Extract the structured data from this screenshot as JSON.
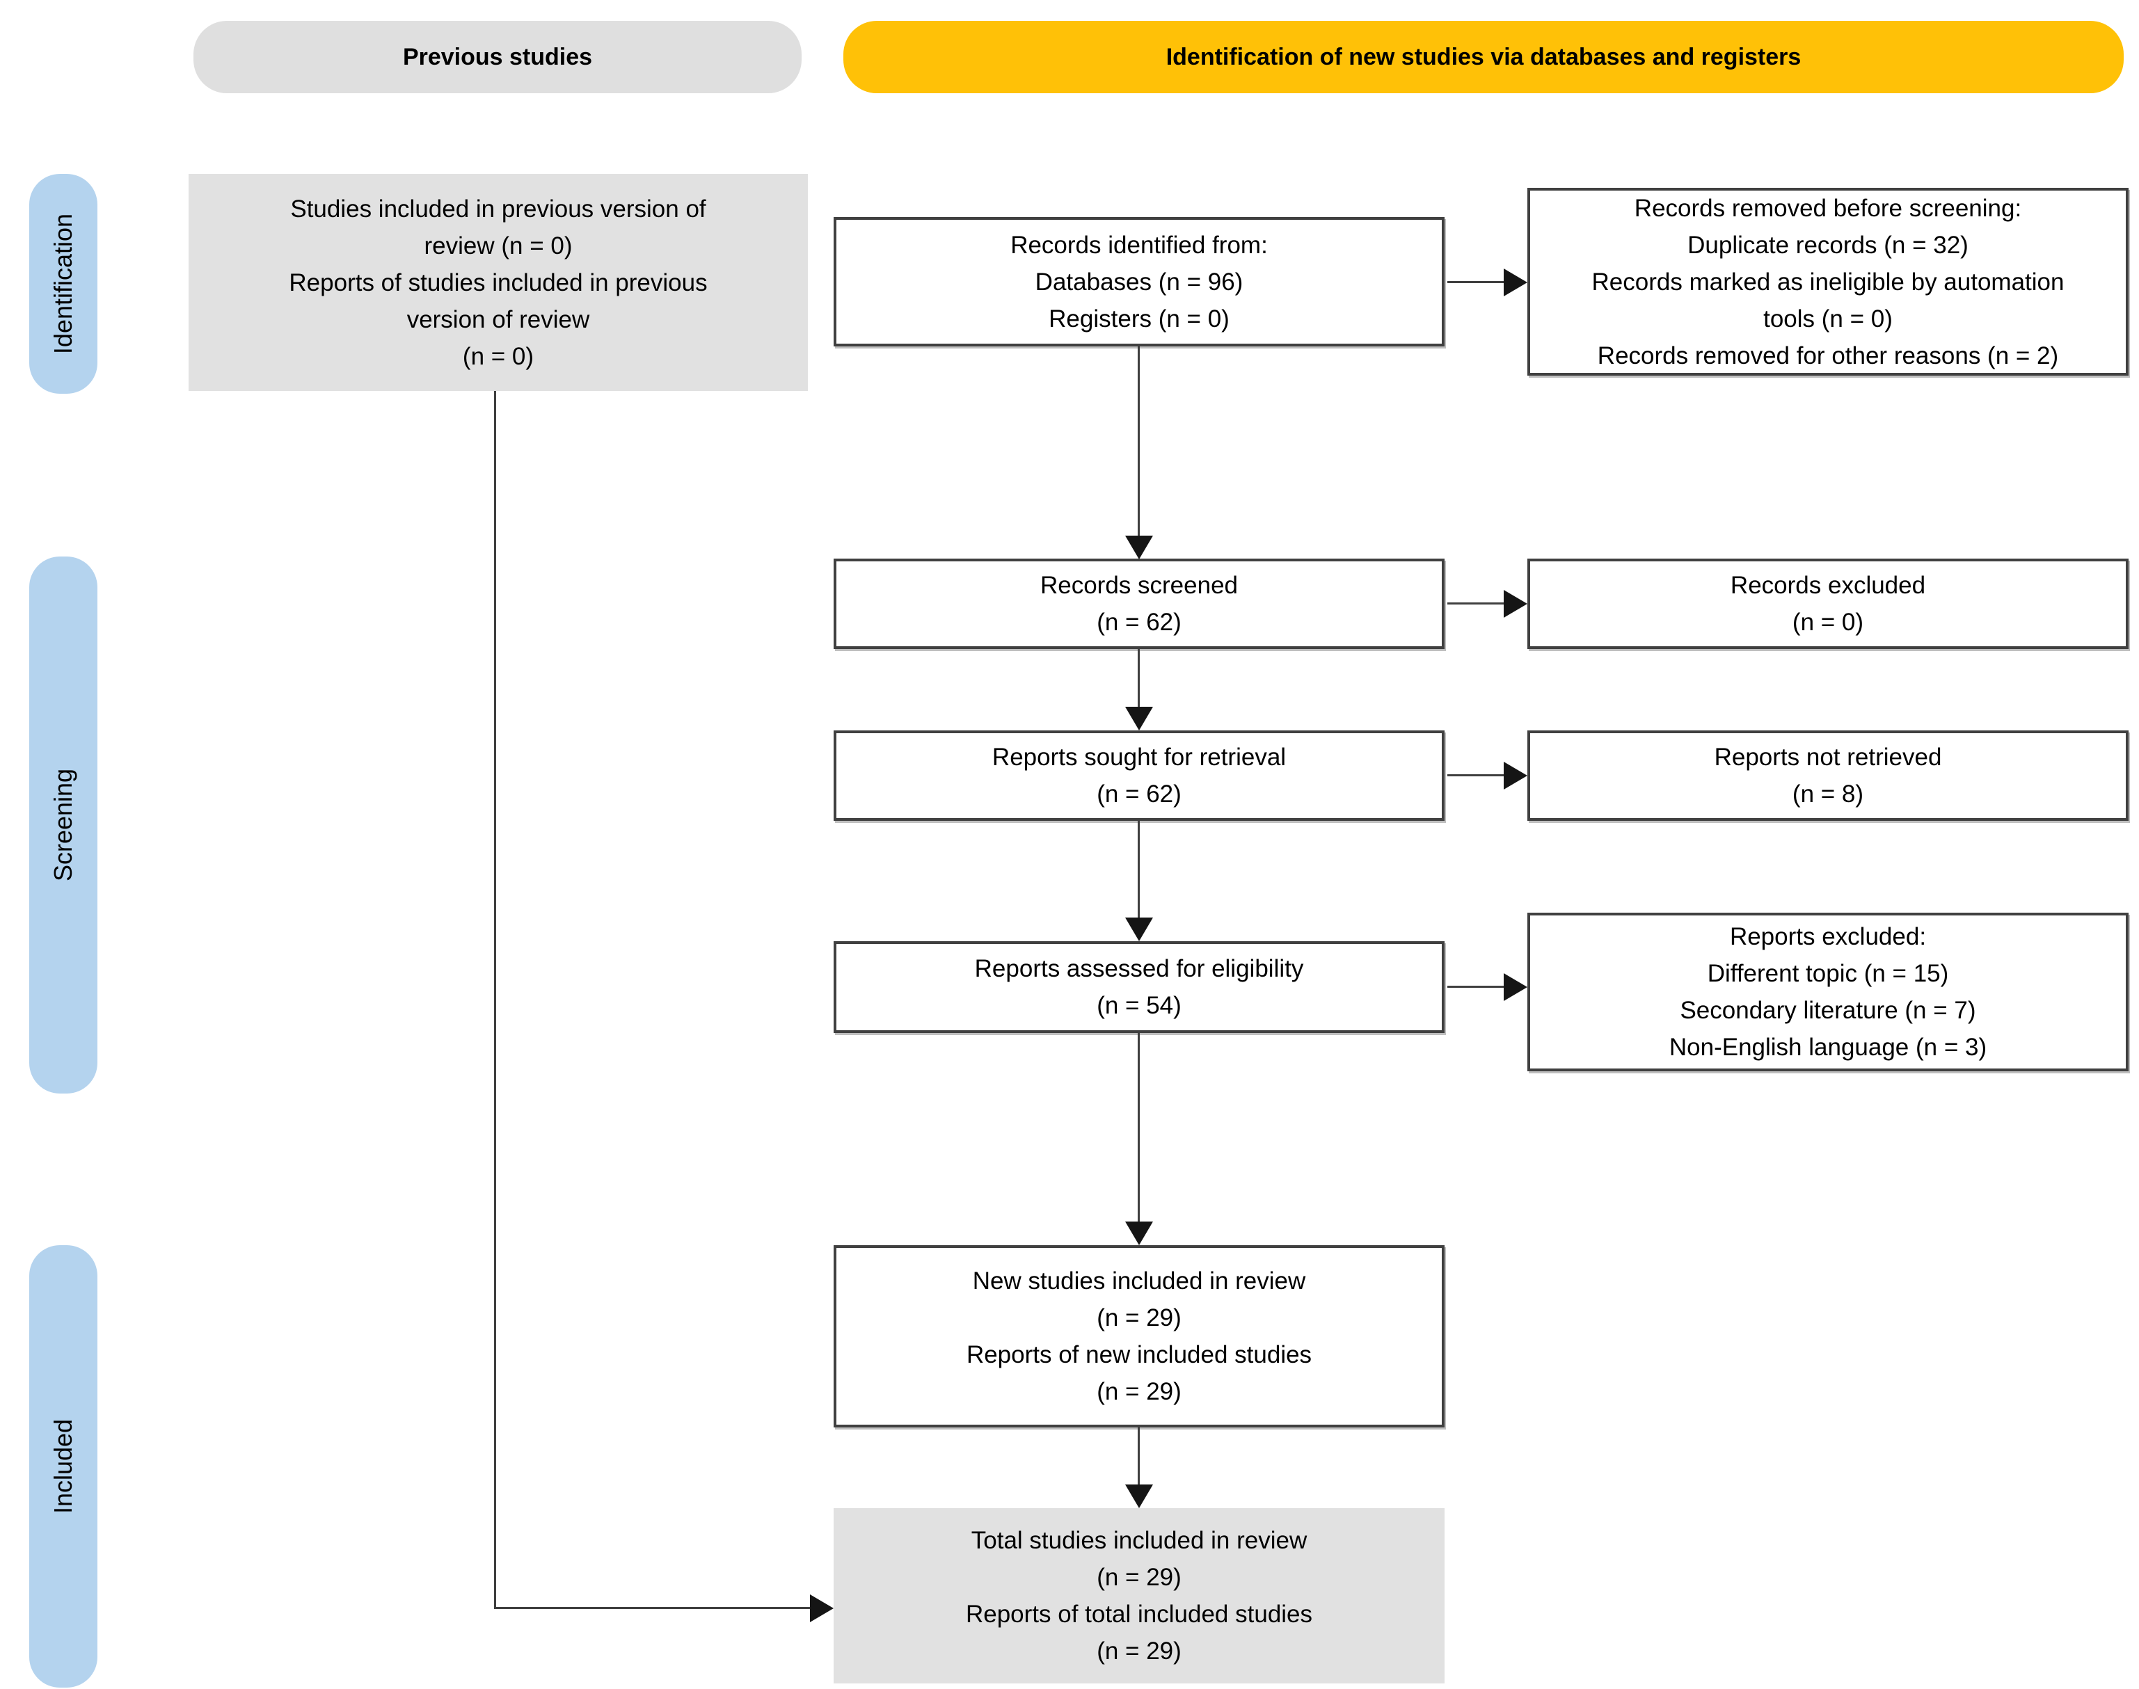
{
  "headers": {
    "previous": "Previous studies",
    "identification": "Identification of new studies via databases and registers"
  },
  "side_labels": [
    "Identification",
    "Screening",
    "Included"
  ],
  "boxes": {
    "previous_studies": [
      "Studies included in previous version of",
      "review (n = 0)",
      "Reports of studies included in previous",
      "version of review",
      "(n = 0)"
    ],
    "records_identified": [
      "Records identified from:",
      "Databases (n = 96)",
      "Registers (n = 0)"
    ],
    "records_removed": [
      "Records removed before screening:",
      "Duplicate records (n = 32)",
      "Records marked as ineligible by automation",
      "tools (n = 0)",
      "Records removed for other reasons (n = 2)"
    ],
    "records_screened": [
      "Records screened",
      "(n = 62)"
    ],
    "records_excluded": [
      "Records excluded",
      "(n = 0)"
    ],
    "reports_sought": [
      "Reports sought for retrieval",
      "(n = 62)"
    ],
    "reports_not_retrieved": [
      "Reports not retrieved",
      "(n = 8)"
    ],
    "reports_assessed": [
      "Reports assessed for eligibility",
      "(n = 54)"
    ],
    "reports_excluded": [
      "Reports excluded:",
      "Different topic (n = 15)",
      "Secondary literature (n = 7)",
      "Non-English language (n = 3)"
    ],
    "new_studies": [
      "New studies included in review",
      "(n = 29)",
      "Reports of new included studies",
      "(n = 29)"
    ],
    "total_studies": [
      "Total studies included in review",
      "(n = 29)",
      "Reports of total included studies",
      "(n = 29)"
    ]
  },
  "colors": {
    "page_bg": "#FFFFFF",
    "header_gray_bg": "#DFDFDF",
    "header_yellow_bg": "#FFC107",
    "stage_blue_bg": "#B4D3EE",
    "box_gray_bg": "#E1E1E1",
    "box_border": "#404040",
    "arrow_line": "#3F3F3F",
    "arrow_head": "#151515",
    "text": "#000000"
  }
}
